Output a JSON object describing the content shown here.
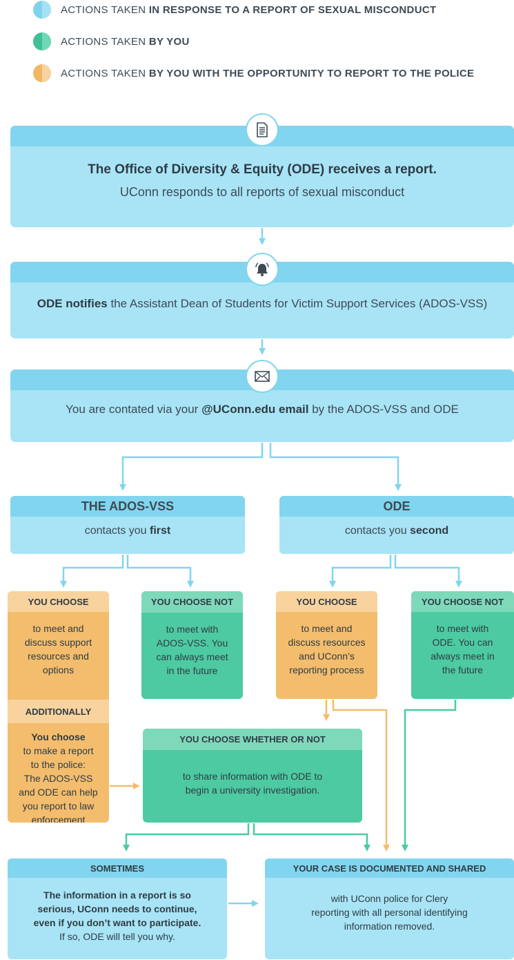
{
  "legend": [
    {
      "prefix": "ACTIONS TAKEN ",
      "bold": "IN RESPONSE TO A REPORT OF SEXUAL MISCONDUCT",
      "color": "#82d5ee"
    },
    {
      "prefix": "ACTIONS TAKEN ",
      "bold": "BY YOU",
      "color": "#4dcaa1"
    },
    {
      "prefix": "ACTIONS TAKEN ",
      "bold": "BY YOU WITH THE OPPORTUNITY TO REPORT TO THE POLICE",
      "color": "#f3bd6d"
    }
  ],
  "step1": {
    "title": "The Office of Diversity & Equity (ODE) receives a report.",
    "subtitle": "UConn responds to all reports of sexual misconduct",
    "icon": "document-icon"
  },
  "step2": {
    "bold": "ODE notifies",
    "text": " the Assistant Dean of Students for Victim Support Services (ADOS-VSS)",
    "icon": "bell-icon"
  },
  "step3": {
    "pre": "You are contated via your ",
    "bold": "@UConn.edu email",
    "post": " by the ADOS-VSS and ODE",
    "icon": "envelope-icon"
  },
  "ados": {
    "header": "THE ADOS-VSS",
    "pre": "contacts you ",
    "bold": "first"
  },
  "ode": {
    "header": "ODE",
    "pre": "contacts you ",
    "bold": "second"
  },
  "ados_choose": {
    "header": "YOU CHOOSE",
    "body": [
      "to meet and",
      "discuss support",
      "resources and",
      "options"
    ],
    "additional_header": "ADDITIONALLY",
    "additional_bold": "You choose",
    "additional_body": [
      "to make a report",
      "to the police:",
      "The ADOS-VSS",
      "and ODE can help",
      "you report to law",
      "enforcement"
    ]
  },
  "ados_not": {
    "header": "YOU CHOOSE NOT",
    "body": [
      "to meet with",
      "ADOS-VSS. You",
      "can always meet",
      "in the future"
    ]
  },
  "ode_choose": {
    "header": "YOU CHOOSE",
    "body": [
      "to meet and",
      "discuss resources",
      "and UConn’s",
      "reporting process"
    ]
  },
  "ode_not": {
    "header": "YOU CHOOSE NOT",
    "body": [
      "to meet with",
      "ODE. You can",
      "always meet in",
      "the future"
    ]
  },
  "whether": {
    "header": "YOU CHOOSE WHETHER OR NOT",
    "body": [
      "to share information with ODE to",
      "begin a university investigation."
    ]
  },
  "sometimes": {
    "header": "SOMETIMES",
    "bold": [
      "The information in a report is so",
      "serious, UConn needs to continue,",
      "even if you don’t want to participate."
    ],
    "body": "If so, ODE will tell you why."
  },
  "documented": {
    "header": "YOUR CASE IS DOCUMENTED AND SHARED",
    "body": [
      "with UConn police for Clery",
      "reporting with all personal identifying",
      "information removed."
    ]
  },
  "colors": {
    "blue": "#82d5ee",
    "blue_light": "#a8e4f5",
    "green": "#4dcaa1",
    "orange": "#f3bd6d",
    "text": "#2f3b45"
  }
}
